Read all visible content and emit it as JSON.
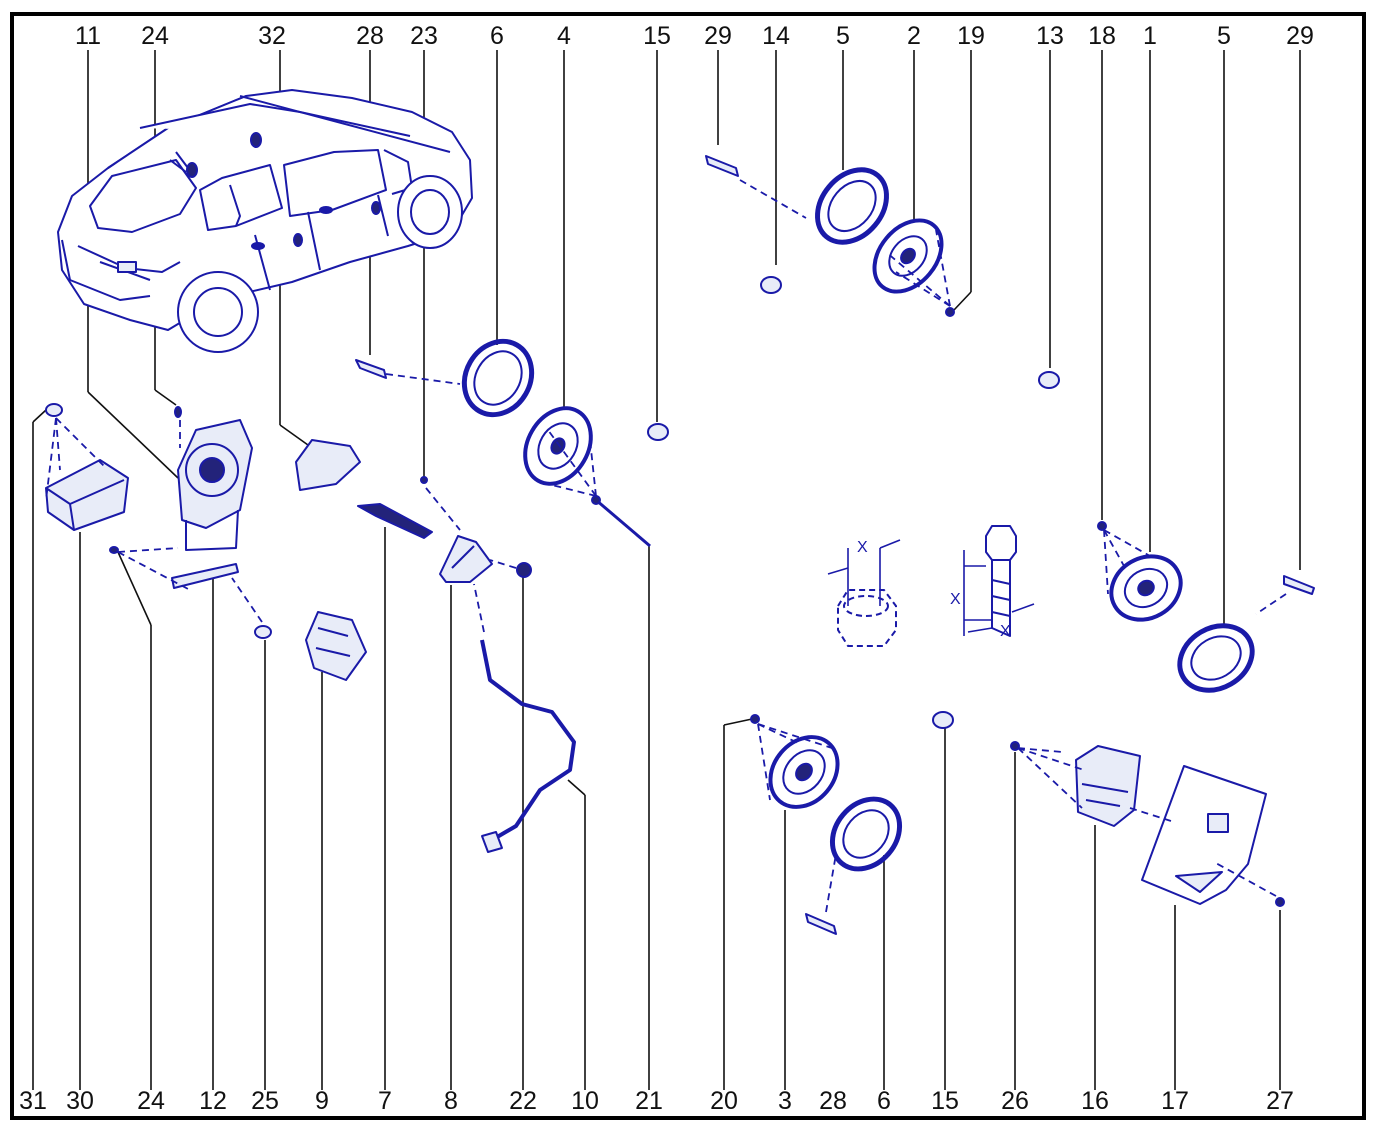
{
  "figure": {
    "line_color": "#1a1aa8",
    "fill_color": "#e8ecf8",
    "dark_fill": "#23237a",
    "border_color": "#000000",
    "leader_color": "#111111"
  },
  "top_callouts": [
    "11",
    "24",
    "32",
    "28",
    "23",
    "6",
    "4",
    "15",
    "29",
    "14",
    "5",
    "2",
    "19",
    "13",
    "18",
    "1",
    "5",
    "29"
  ],
  "bottom_callouts": [
    "31",
    "30",
    "24",
    "12",
    "25",
    "9",
    "7",
    "8",
    "22",
    "10",
    "21",
    "20",
    "3",
    "28",
    "6",
    "15",
    "26",
    "16",
    "17",
    "27"
  ],
  "dimension_marks": [
    "X",
    "X",
    "X"
  ]
}
